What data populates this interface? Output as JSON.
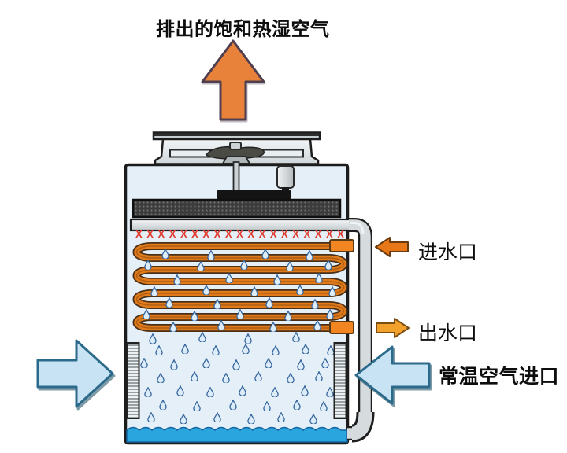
{
  "diagram": {
    "title": "排出的饱和热湿空气",
    "labels": {
      "water_inlet": "进水口",
      "water_outlet": "出水口",
      "air_inlet": "常温空气进口"
    },
    "spray": {
      "symbol": "X",
      "count": 19
    },
    "colors": {
      "hot_air_arrow": "#e8823b",
      "water_inlet_arrow": "#e87817",
      "water_outlet_arrow": "#f2a12c",
      "cool_air_arrow": "#c8e3f4",
      "coil": "#e07b1c",
      "coil_fitting": "#f08522",
      "basin_water": "#2aa5dd",
      "tower_fill": "#e4eff8",
      "spray_mark": "#e23b2e",
      "pipe_fill": "#d6dbdd"
    }
  }
}
